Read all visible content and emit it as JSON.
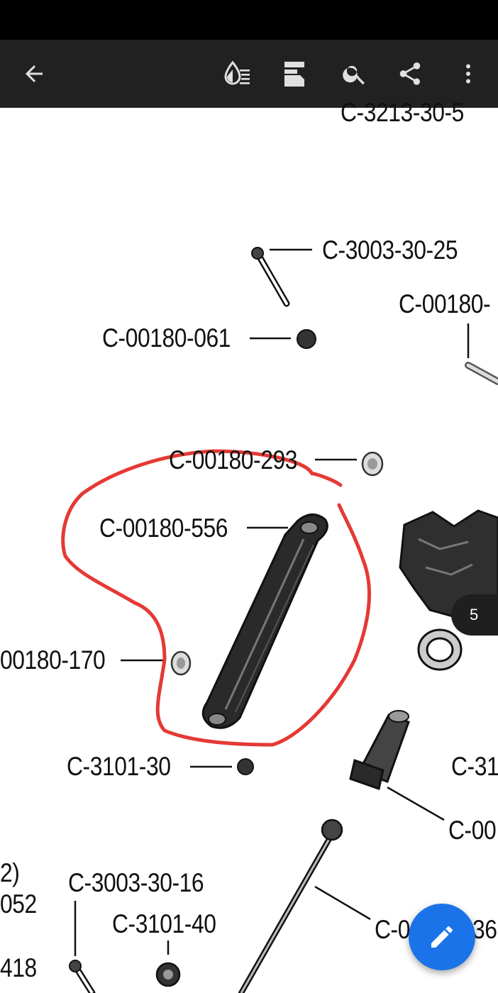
{
  "toolbar": {
    "back_icon": "arrow-left-icon",
    "icons": [
      "reading-mode-icon",
      "annotate-icon",
      "search-icon",
      "share-icon",
      "more-vert-icon"
    ]
  },
  "labels": {
    "top": "C-3213-30-5",
    "l1": "C-3003-30-25",
    "l2": "C-00180-",
    "l3": "C-00180-061",
    "l4": "C-00180-293",
    "l5": "C-00180-556",
    "l6": "00180-170",
    "l7": "C-3101-30",
    "l8": "C-31",
    "l9": "C-00",
    "l10": "2)",
    "l11": "052",
    "l12": "C-3003-30-16",
    "l13": "C-3101-40",
    "l14": "418",
    "l15": "C-0",
    "l16": "36"
  },
  "page_indicator": "5",
  "colors": {
    "app_bar": "#212121",
    "fab": "#1a73e8",
    "annotation": "#e53935"
  }
}
